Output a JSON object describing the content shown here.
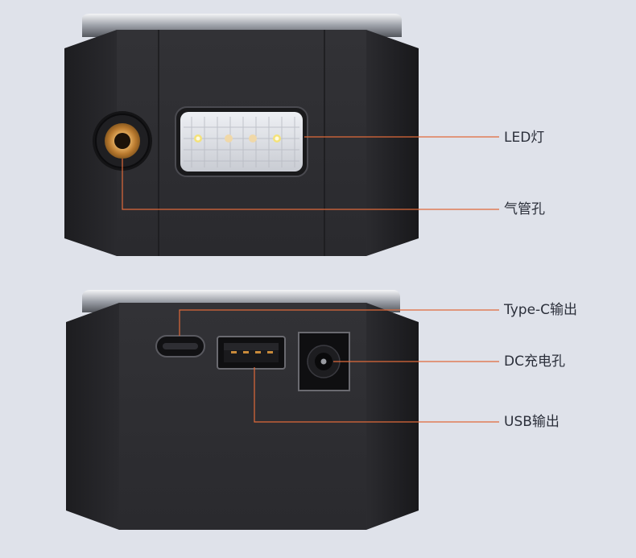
{
  "callouts": {
    "led": "LED灯",
    "air_hole": "气管孔",
    "typec": "Type-C输出",
    "dc": "DC充电孔",
    "usb": "USB输出"
  },
  "colors": {
    "background": "#dfe2ea",
    "device_body": "#2c2c30",
    "leader_line": "#e06a3a",
    "brass": "#c98a3a"
  },
  "icons": [
    "air-hole-brass-nut-icon",
    "led-light-icon",
    "usb-c-port-icon",
    "usb-a-port-icon",
    "dc-jack-icon"
  ]
}
